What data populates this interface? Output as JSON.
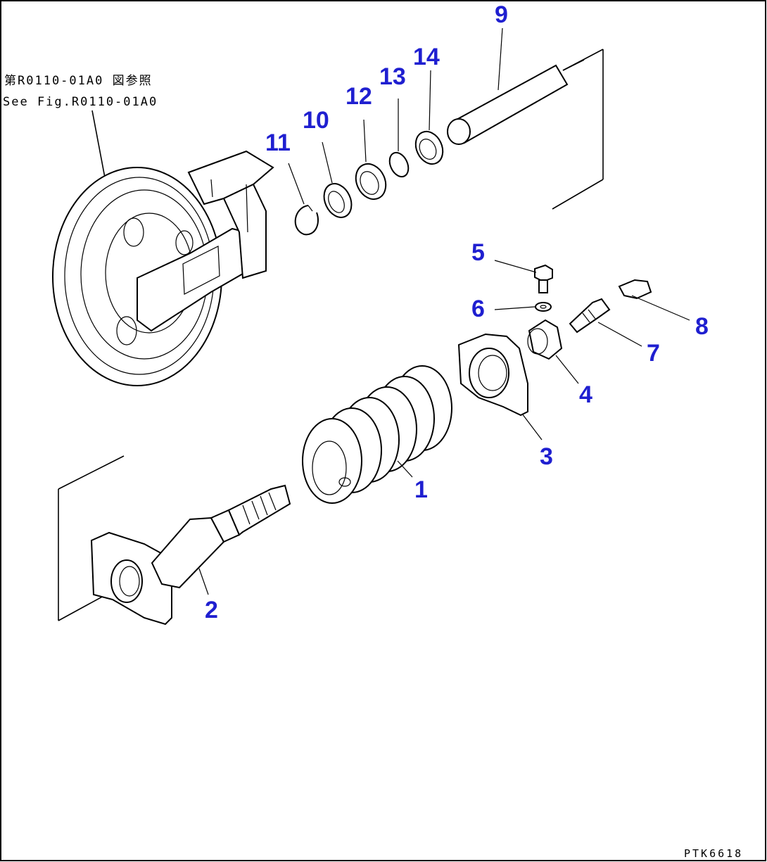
{
  "reference_note": {
    "line_ja": "第R0110-01A0 図参照",
    "line_en": "See Fig.R0110-01A0"
  },
  "callouts": [
    "1",
    "2",
    "3",
    "4",
    "5",
    "6",
    "7",
    "8",
    "9",
    "10",
    "11",
    "12",
    "13",
    "14"
  ],
  "drawing_code": "PTK6618",
  "colors": {
    "callout": "#1f1fd0",
    "line": "#000000",
    "background": "#ffffff"
  }
}
